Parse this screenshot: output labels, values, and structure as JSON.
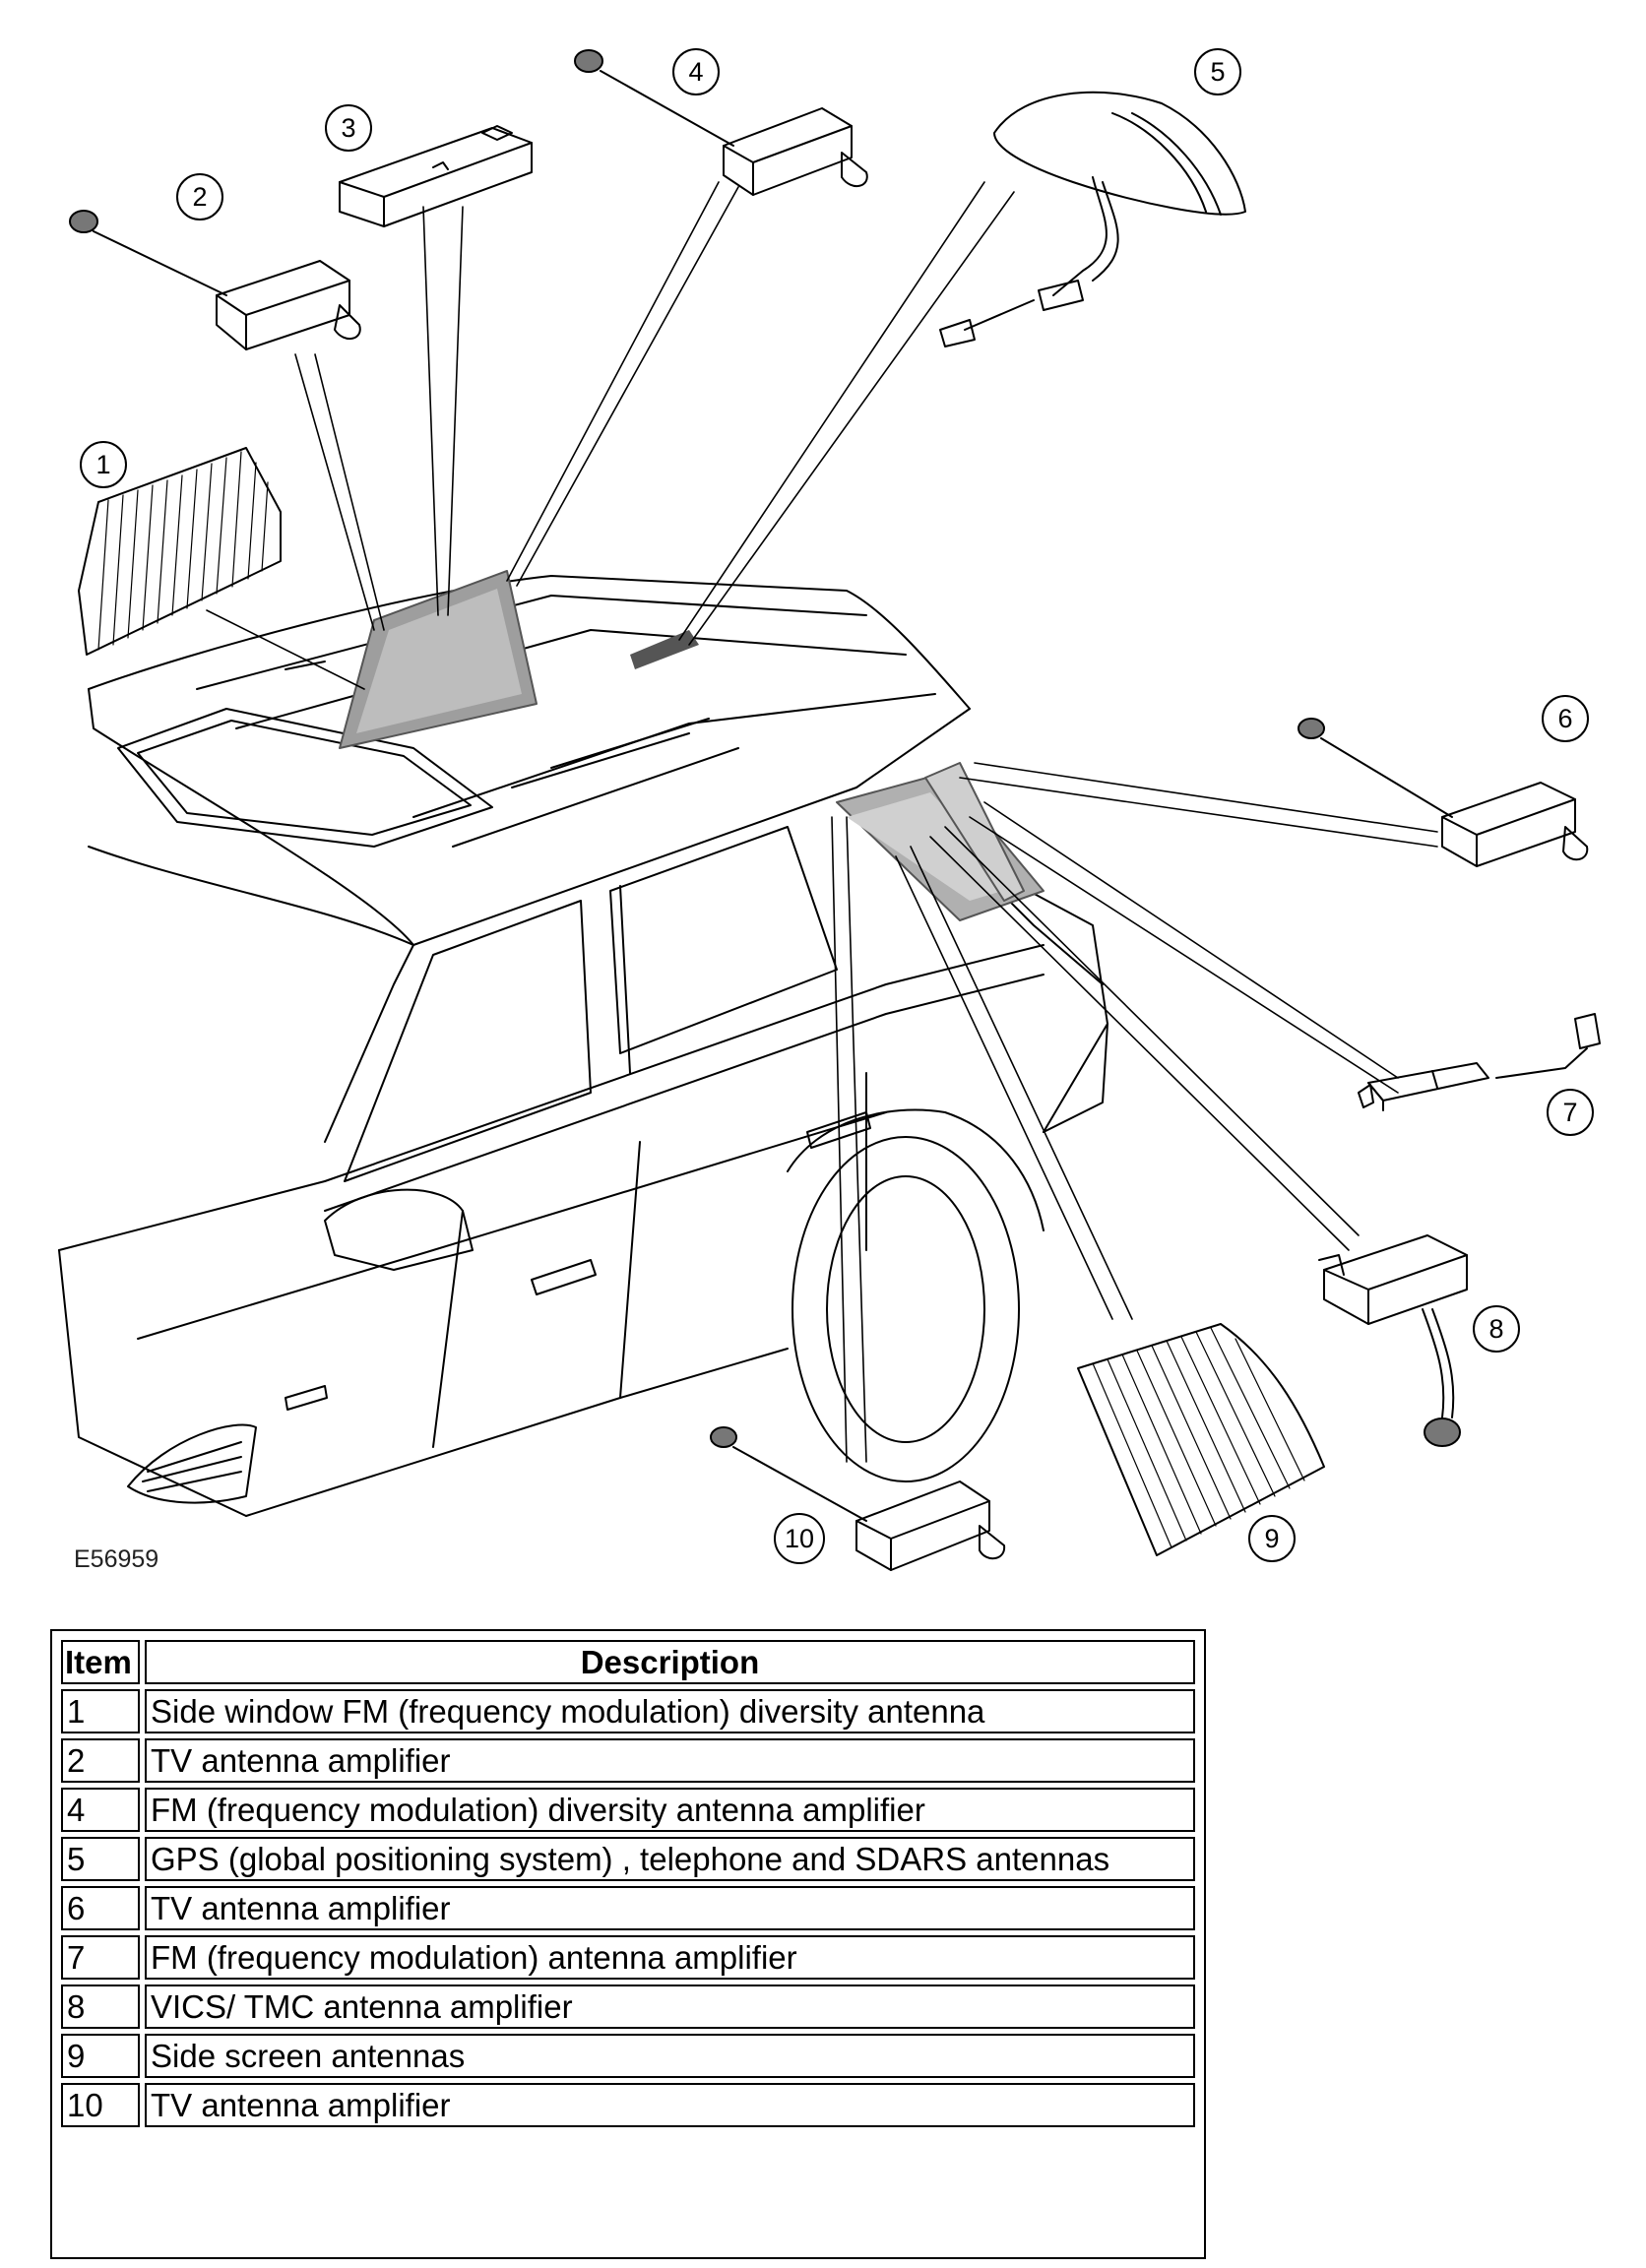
{
  "diagram": {
    "figure_code": "E56959",
    "callouts": [
      "1",
      "2",
      "3",
      "4",
      "5",
      "6",
      "7",
      "8",
      "9",
      "10"
    ]
  },
  "table": {
    "headers": {
      "item": "Item",
      "description": "Description"
    },
    "rows": [
      {
        "item": "1",
        "description": "Side window FM (frequency modulation) diversity antenna"
      },
      {
        "item": "2",
        "description": "TV antenna amplifier"
      },
      {
        "item": "4",
        "description": "FM (frequency modulation) diversity antenna amplifier"
      },
      {
        "item": "5",
        "description": "GPS (global positioning system) , telephone and SDARS antennas"
      },
      {
        "item": "6",
        "description": "TV antenna amplifier"
      },
      {
        "item": "7",
        "description": "FM (frequency modulation) antenna amplifier"
      },
      {
        "item": "8",
        "description": "VICS/ TMC antenna amplifier"
      },
      {
        "item": "9",
        "description": "Side screen antennas"
      },
      {
        "item": "10",
        "description": "TV antenna amplifier"
      }
    ]
  }
}
